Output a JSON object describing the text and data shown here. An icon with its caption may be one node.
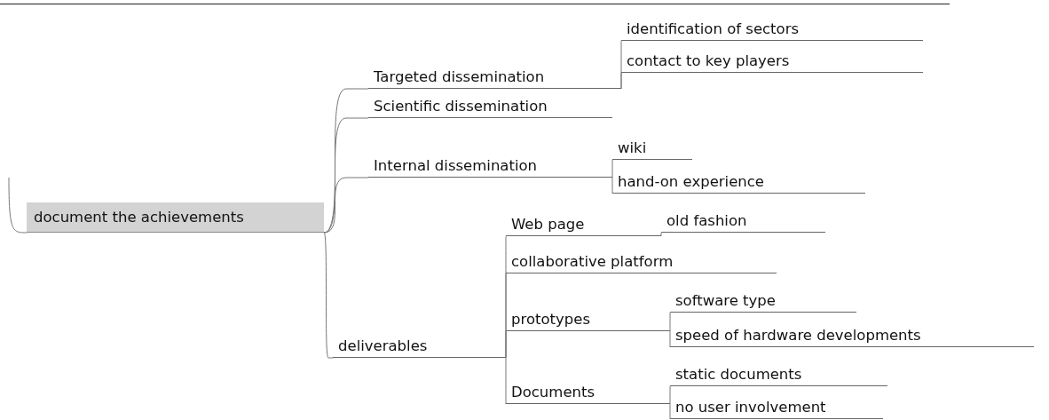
{
  "diagram": {
    "nodes": [
      {
        "text": [
          "document the achievements"
        ]
      },
      {
        "text": [
          "Targeted dissemination"
        ]
      },
      {
        "text": [
          "identification of sectors"
        ]
      },
      {
        "text": [
          "contact to key players"
        ]
      },
      {
        "text": [
          "Scientific dissemination"
        ]
      },
      {
        "text": [
          "Internal dissemination"
        ]
      },
      {
        "text": [
          "wiki"
        ]
      },
      {
        "text": [
          "hand-on experience"
        ]
      },
      {
        "text": [
          "deliverables"
        ]
      },
      {
        "text": [
          "Web page"
        ]
      },
      {
        "text": [
          "old fashion"
        ]
      },
      {
        "text": [
          "collaborative platform"
        ]
      },
      {
        "text": [
          "prototypes"
        ]
      },
      {
        "text": [
          "software type"
        ]
      },
      {
        "text": [
          "speed of hardware developments"
        ]
      },
      {
        "text": [
          "Documents"
        ]
      },
      {
        "text": [
          "static documents"
        ]
      },
      {
        "text": [
          "no user involvement"
        ]
      }
    ],
    "edges": [
      {
        "from": null,
        "to": 0,
        "arrow": "none"
      },
      {
        "from": 0,
        "to": 1,
        "arrow": "none"
      },
      {
        "from": 1,
        "to": 2,
        "arrow": "none"
      },
      {
        "from": 1,
        "to": 3,
        "arrow": "none"
      },
      {
        "from": 0,
        "to": 4,
        "arrow": "none"
      },
      {
        "from": 0,
        "to": 5,
        "arrow": "none"
      },
      {
        "from": 5,
        "to": 6,
        "arrow": "none"
      },
      {
        "from": 5,
        "to": 7,
        "arrow": "none"
      },
      {
        "from": 0,
        "to": 8,
        "arrow": "none"
      },
      {
        "from": 8,
        "to": 9,
        "arrow": "none"
      },
      {
        "from": 9,
        "to": 10,
        "arrow": "none"
      },
      {
        "from": 8,
        "to": 11,
        "arrow": "none"
      },
      {
        "from": 8,
        "to": 12,
        "arrow": "none"
      },
      {
        "from": 12,
        "to": 13,
        "arrow": "none"
      },
      {
        "from": 12,
        "to": 14,
        "arrow": "none"
      },
      {
        "from": 8,
        "to": 15,
        "arrow": "none"
      },
      {
        "from": 15,
        "to": 16,
        "arrow": "none"
      },
      {
        "from": 15,
        "to": 17,
        "arrow": "none"
      }
    ]
  }
}
